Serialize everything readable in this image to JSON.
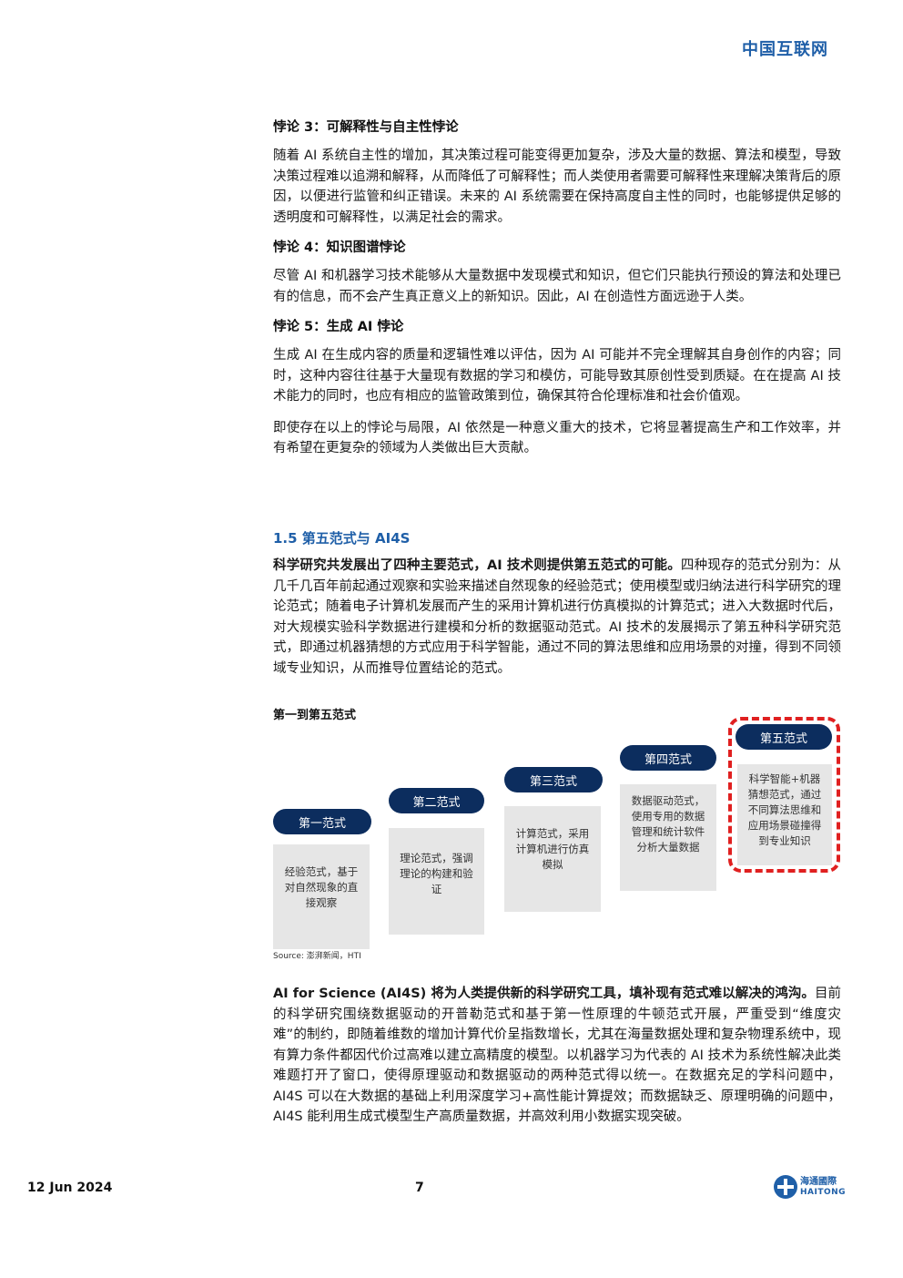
{
  "header": {
    "brand": "中国互联网"
  },
  "paradox3": {
    "title": "悖论 3：可解释性与自主性悖论",
    "body": "随着 AI 系统自主性的增加，其决策过程可能变得更加复杂，涉及大量的数据、算法和模型，导致决策过程难以追溯和解释，从而降低了可解释性；而人类使用者需要可解释性来理解决策背后的原因，以便进行监管和纠正错误。未来的 AI 系统需要在保持高度自主性的同时，也能够提供足够的透明度和可解释性，以满足社会的需求。"
  },
  "paradox4": {
    "title": "悖论 4：知识图谱悖论",
    "body": "尽管 AI 和机器学习技术能够从大量数据中发现模式和知识，但它们只能执行预设的算法和处理已有的信息，而不会产生真正意义上的新知识。因此，AI 在创造性方面远逊于人类。"
  },
  "paradox5": {
    "title": "悖论 5：生成 AI 悖论",
    "body": "生成 AI 在生成内容的质量和逻辑性难以评估，因为 AI 可能并不完全理解其自身创作的内容；同时，这种内容往往基于大量现有数据的学习和模仿，可能导致其原创性受到质疑。在在提高 AI 技术能力的同时，也应有相应的监管政策到位，确保其符合伦理标准和社会价值观。"
  },
  "summary": "即使存在以上的悖论与局限，AI 依然是一种意义重大的技术，它将显著提高生产和工作效率，并有希望在更复杂的领域为人类做出巨大贡献。",
  "section": {
    "title": "1.5 第五范式与 AI4S",
    "lead_bold": "科学研究共发展出了四种主要范式，AI 技术则提供第五范式的可能。",
    "lead_rest": "四种现存的范式分别为：从几千几百年前起通过观察和实验来描述自然现象的经验范式；使用模型或归纳法进行科学研究的理论范式；随着电子计算机发展而产生的采用计算机进行仿真模拟的计算范式；进入大数据时代后，对大规模实验科学数据进行建模和分析的数据驱动范式。AI 技术的发展揭示了第五种科学研究范式，即通过机器猜想的方式应用于科学智能，通过不同的算法思维和应用场景的对撞，得到不同领域专业知识，从而推导位置结论的范式。"
  },
  "figure": {
    "title": "第一到第五范式",
    "steps": [
      {
        "label": "第一范式",
        "desc": "经验范式，基于对自然现象的直接观察"
      },
      {
        "label": "第二范式",
        "desc": "理论范式，强调理论的构建和验证"
      },
      {
        "label": "第三范式",
        "desc": "计算范式，采用计算机进行仿真模拟"
      },
      {
        "label": "第四范式",
        "desc": "数据驱动范式，使用专用的数据管理和统计软件分析大量数据"
      },
      {
        "label": "第五范式",
        "desc": "科学智能+机器猜想范式，通过不同算法思维和应用场景碰撞得到专业知识"
      }
    ],
    "source": "Source: 澎湃新闻，HTI"
  },
  "ai4s": {
    "lead_bold": "AI for Science (AI4S) 将为人类提供新的科学研究工具，填补现有范式难以解决的鸿沟。",
    "lead_rest": "目前的科学研究围绕数据驱动的开普勒范式和基于第一性原理的牛顿范式开展，严重受到“维度灾难”的制约，即随着维数的增加计算代价呈指数增长，尤其在海量数据处理和复杂物理系统中，现有算力条件都因代价过高难以建立高精度的模型。以机器学习为代表的 AI 技术为系统性解决此类难题打开了窗口，使得原理驱动和数据驱动的两种范式得以统一。在数据充足的学科问题中，AI4S 可以在大数据的基础上利用深度学习+高性能计算提效；而数据缺乏、原理明确的问题中，AI4S 能利用生成式模型生产高质量数据，并高效利用小数据实现突破。"
  },
  "footer": {
    "date": "12 Jun 2024",
    "page": "7",
    "logo_cn": "海通國際",
    "logo_en": "HAITONG"
  }
}
